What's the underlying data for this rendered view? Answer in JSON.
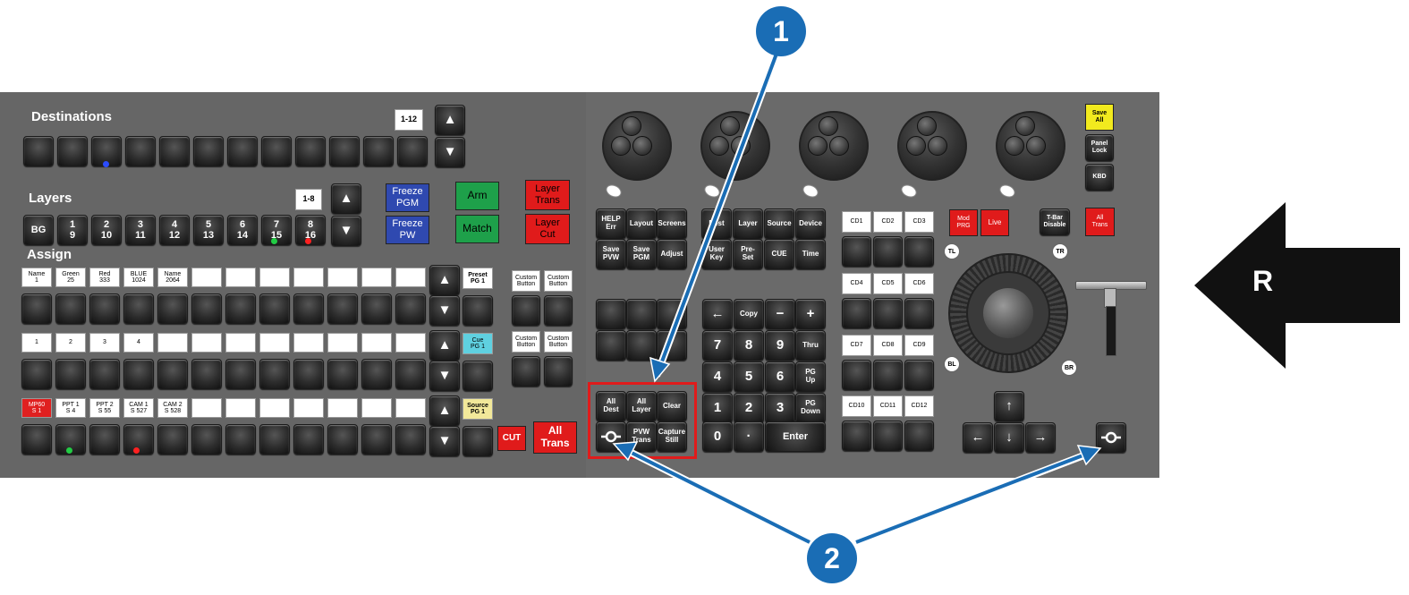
{
  "callouts": {
    "one": "1",
    "two": "2"
  },
  "arrow_label": "R",
  "destinations": {
    "title": "Destinations",
    "page_label": "1-12"
  },
  "layers": {
    "title": "Layers",
    "page_label": "1-8",
    "keys": [
      "BG",
      "1\n9",
      "2\n10",
      "3\n11",
      "4\n12",
      "5\n13",
      "6\n14",
      "7\n15",
      "8\n16"
    ]
  },
  "assign": {
    "title": "Assign",
    "row1_labels": [
      "Name\n1",
      "Green\n25",
      "Red\n333",
      "BLUE\n1024",
      "Name\n2064"
    ],
    "row1_preset": "Preset\nPG 1",
    "row2_labels": [
      "1",
      "2",
      "3",
      "4"
    ],
    "row2_cue": "Cue\nPG 1",
    "row3_labels": [
      "MP60\nS 1",
      "PPT 1\nS 4",
      "PPT 2\nS 55",
      "CAM 1\nS 527",
      "CAM 2\nS 528"
    ],
    "row3_source": "Source\nPG 1",
    "custom_button": "Custom\nButton"
  },
  "transitions": {
    "freeze_pgm": "Freeze\nPGM",
    "freeze_pw": "Freeze\nPW",
    "arm": "Arm",
    "match": "Match",
    "layer_trans": "Layer\nTrans",
    "layer_cut": "Layer\nCut",
    "cut": "CUT",
    "all_trans": "All\nTrans"
  },
  "function_keys": {
    "row1": [
      "HELP\nErr",
      "Layout",
      "Screens",
      "Dest",
      "Layer",
      "Source",
      "Device"
    ],
    "row2": [
      "Save\nPVW",
      "Save\nPGM",
      "Adjust",
      "User\nKey",
      "Pre-\nSet",
      "CUE",
      "Time"
    ]
  },
  "highlight_keys": [
    "All\nDest",
    "All\nLayer",
    "Clear",
    "PVW\nTrans",
    "Capture\nStill"
  ],
  "keypad": {
    "row1": [
      "←",
      "Copy",
      "−",
      "+"
    ],
    "row2": [
      "7",
      "8",
      "9",
      "Thru"
    ],
    "row3": [
      "4",
      "5",
      "6",
      "PG\nUp"
    ],
    "row4": [
      "1",
      "2",
      "3",
      "PG\nDown"
    ],
    "row5": [
      "0",
      "·",
      "Enter"
    ]
  },
  "cd_labels": [
    "CD1",
    "CD2",
    "CD3",
    "CD4",
    "CD5",
    "CD6",
    "CD7",
    "CD8",
    "CD9",
    "CD10",
    "CD11",
    "CD12"
  ],
  "right_controls": {
    "save_all": "Save\nAll",
    "panel_lock": "Panel\nLock",
    "kbd": "KBD",
    "mod_prg": "Mod\nPRG",
    "live": "Live",
    "tbar_disable": "T-Bar\nDisable",
    "all_trans": "All\nTrans",
    "tl": "TL",
    "tr": "TR",
    "bl": "BL",
    "br": "BR"
  },
  "colors": {
    "callout_blue": "#1a6db5",
    "highlight_red": "#e01b1b",
    "freeze_blue": "#2f49b0",
    "arm_green": "#1ea04a",
    "layer_red": "#e01b1b",
    "save_yellow": "#f2ea1e"
  }
}
